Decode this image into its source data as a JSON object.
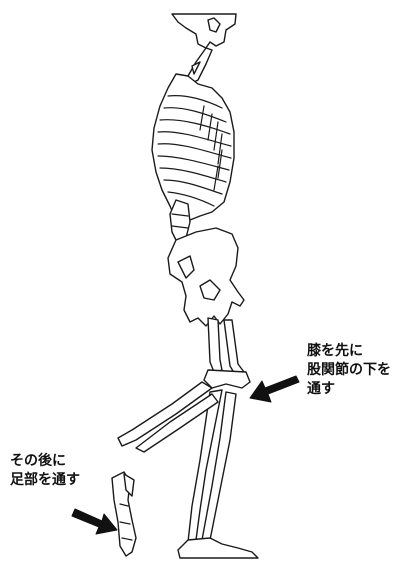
{
  "annotations": {
    "knee": {
      "lines": [
        "膝を先に",
        "股関節の下を",
        "通す"
      ]
    },
    "foot": {
      "lines": [
        "その後に",
        "足部を通す"
      ]
    }
  },
  "colors": {
    "outline": "#1a1a1a",
    "arrow": "#111111",
    "background": "#ffffff"
  },
  "icons": {
    "knee_arrow": "arrow-left-down-icon",
    "foot_arrow": "arrow-right-down-icon"
  }
}
